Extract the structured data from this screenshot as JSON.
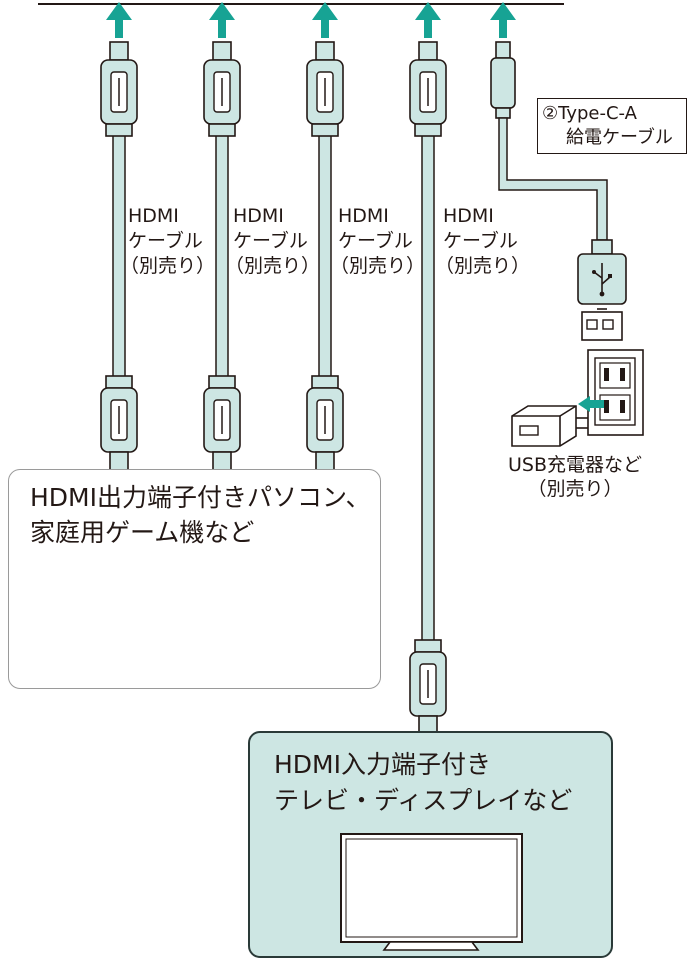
{
  "cables": [
    {
      "line1": "HDMI",
      "line2": "ケーブル",
      "line3": "（別売り）"
    },
    {
      "line1": "HDMI",
      "line2": "ケーブル",
      "line3": "（別売り）"
    },
    {
      "line1": "HDMI",
      "line2": "ケーブル",
      "line3": "（別売り）"
    },
    {
      "line1": "HDMI",
      "line2": "ケーブル",
      "line3": "（別売り）"
    }
  ],
  "power_cable": {
    "line1": "②Type-C-A",
    "line2": "給電ケーブル"
  },
  "charger": {
    "line1": "USB充電器など",
    "line2": "（別売り）"
  },
  "source": {
    "line1": "HDMI出力端子付きパソコン、",
    "line2": "家庭用ゲーム機など"
  },
  "display": {
    "line1": "HDMI入力端子付き",
    "line2": "テレビ・ディスプレイなど"
  },
  "colors": {
    "accent": "#17a394",
    "cable": "#cde6e3",
    "outline": "#231815",
    "panel": "#cde6e3"
  }
}
